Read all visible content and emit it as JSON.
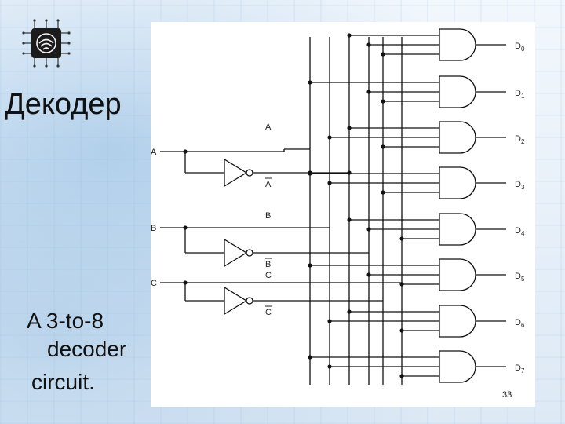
{
  "slide": {
    "title": "Декодер",
    "caption_line1": "A 3-to-8",
    "caption_line2": "decoder",
    "caption_line3": "circuit.",
    "page_number": "33"
  },
  "circuit": {
    "inputs": [
      "A",
      "B",
      "C"
    ],
    "true_labels": [
      "A",
      "B",
      "C"
    ],
    "complement_labels": [
      "A",
      "B",
      "C"
    ],
    "outputs": [
      {
        "letter": "D",
        "index": "0"
      },
      {
        "letter": "D",
        "index": "1"
      },
      {
        "letter": "D",
        "index": "2"
      },
      {
        "letter": "D",
        "index": "3"
      },
      {
        "letter": "D",
        "index": "4"
      },
      {
        "letter": "D",
        "index": "5"
      },
      {
        "letter": "D",
        "index": "6"
      },
      {
        "letter": "D",
        "index": "7"
      }
    ]
  },
  "icons": {
    "logo": "chip-logo-icon"
  }
}
